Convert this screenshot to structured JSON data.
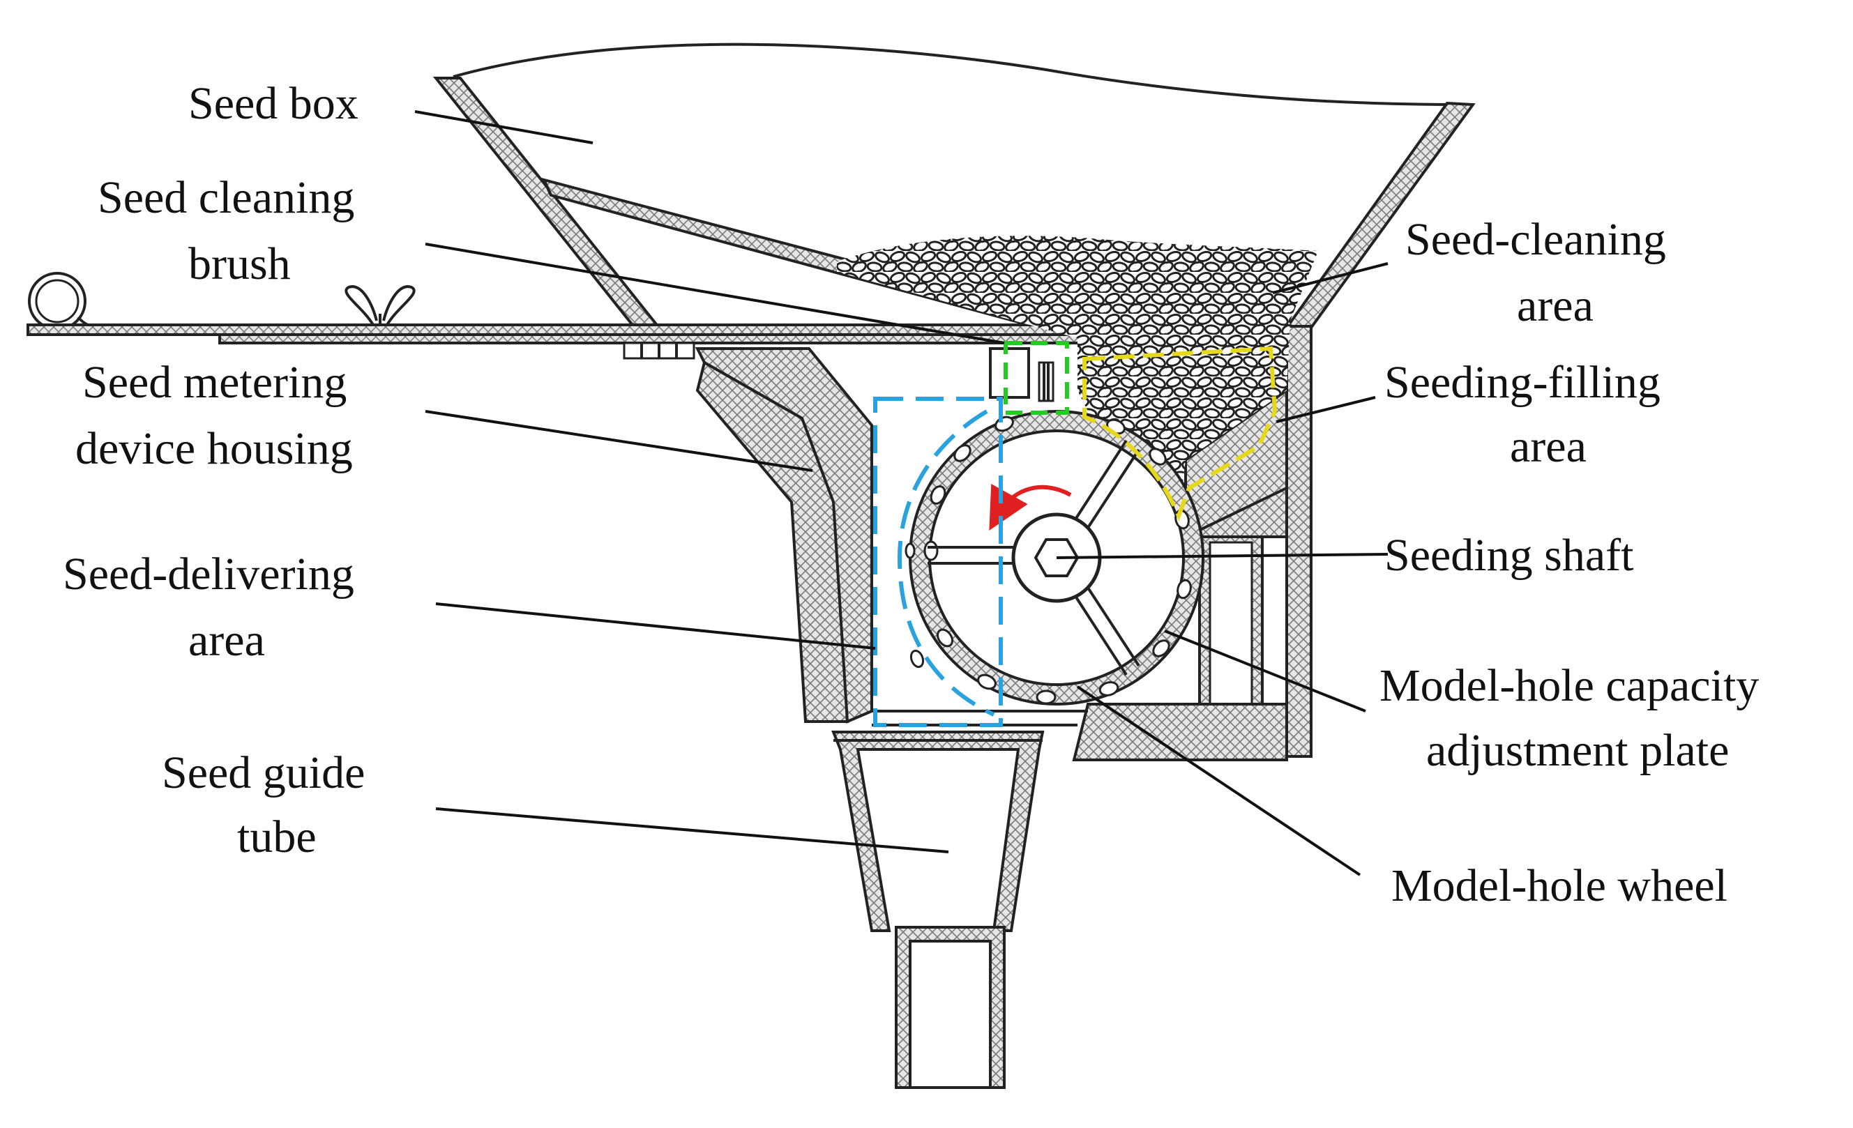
{
  "labels": {
    "seed_box": "Seed box",
    "seed_cleaning_brush_1": "Seed cleaning",
    "seed_cleaning_brush_2": "brush",
    "housing_1": "Seed metering",
    "housing_2": "device housing",
    "delivering_1": "Seed-delivering",
    "delivering_2": "area",
    "guide_tube_1": "Seed guide",
    "guide_tube_2": "tube",
    "cleaning_area_1": "Seed-cleaning",
    "cleaning_area_2": "area",
    "filling_area_1": "Seeding-filling",
    "filling_area_2": "area",
    "seeding_shaft": "Seeding shaft",
    "adjust_plate_1": "Model-hole capacity",
    "adjust_plate_2": "adjustment plate",
    "hole_wheel": "Model-hole wheel"
  },
  "colors": {
    "delivering_area_outline": "#29a3e0",
    "cleaning_area_outline": "#22cc22",
    "filling_area_outline": "#e6d81a",
    "rotation_arrow": "#e02020",
    "line": "#222222"
  },
  "icons": {
    "rotation": "counterclockwise-arrow-icon"
  }
}
